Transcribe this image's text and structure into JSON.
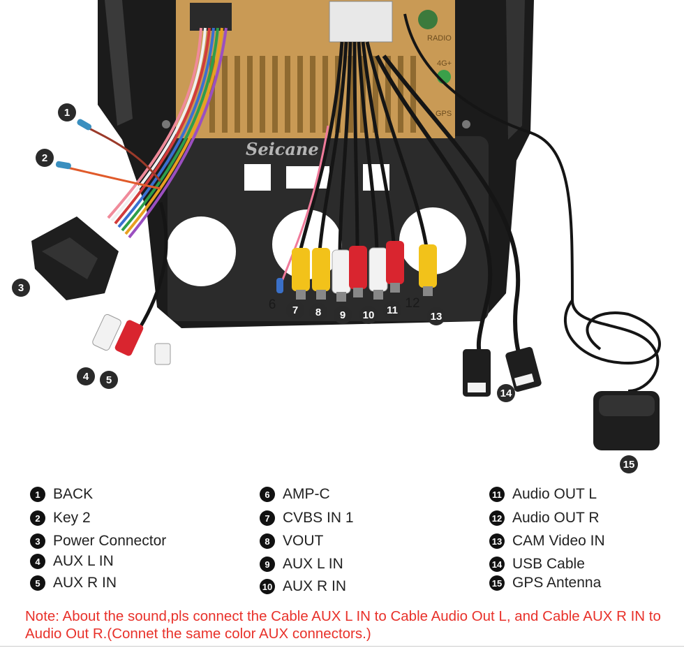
{
  "diagram": {
    "brand_watermark": "Seicane",
    "panel_labels": [
      "RADIO",
      "4G+",
      "GPS"
    ],
    "callouts": [
      {
        "id": "1",
        "style": "dark"
      },
      {
        "id": "2",
        "style": "dark"
      },
      {
        "id": "3",
        "style": "dark"
      },
      {
        "id": "4",
        "style": "dark"
      },
      {
        "id": "5",
        "style": "dark"
      },
      {
        "id": "6",
        "style": "plain"
      },
      {
        "id": "7",
        "style": "dark"
      },
      {
        "id": "8",
        "style": "dark"
      },
      {
        "id": "9",
        "style": "dark"
      },
      {
        "id": "10",
        "style": "dark"
      },
      {
        "id": "11",
        "style": "dark"
      },
      {
        "id": "12",
        "style": "plain"
      },
      {
        "id": "13",
        "style": "dark"
      },
      {
        "id": "14",
        "style": "dark"
      },
      {
        "id": "15",
        "style": "dark"
      }
    ]
  },
  "legend": [
    {
      "num": "1",
      "label": "BACK"
    },
    {
      "num": "2",
      "label": "Key 2"
    },
    {
      "num": "3",
      "label": "Power Connector"
    },
    {
      "num": "4",
      "label": "AUX L IN"
    },
    {
      "num": "5",
      "label": "AUX R IN"
    },
    {
      "num": "6",
      "label": "AMP-C"
    },
    {
      "num": "7",
      "label": "CVBS IN 1"
    },
    {
      "num": "8",
      "label": "VOUT"
    },
    {
      "num": "9",
      "label": "AUX L IN"
    },
    {
      "num": "10",
      "label": "AUX R IN"
    },
    {
      "num": "11",
      "label": "Audio OUT L"
    },
    {
      "num": "12",
      "label": "Audio OUT R"
    },
    {
      "num": "13",
      "label": "CAM Video IN"
    },
    {
      "num": "14",
      "label": "USB Cable"
    },
    {
      "num": "15",
      "label": "GPS Antenna"
    }
  ],
  "note": "Note: About the sound,pls connect the Cable AUX L IN to Cable Audio Out L, and Cable AUX R IN to  Audio Out R.(Connet the same color AUX connectors.)",
  "colors": {
    "note": "#e8312a",
    "bezel": "#1b1b1b",
    "gold_chassis": "#c99a55",
    "rca_yellow": "#f2c21a",
    "rca_red": "#d9252f",
    "rca_white": "#f2f2f2"
  }
}
